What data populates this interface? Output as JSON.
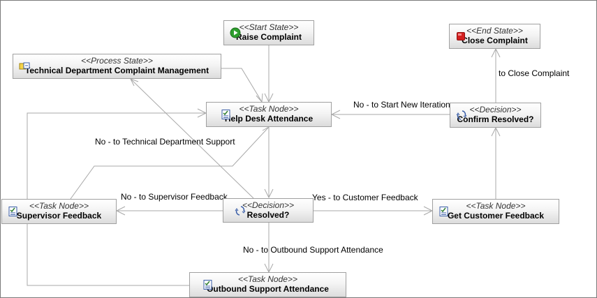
{
  "nodes": {
    "raise_complaint": {
      "stereotype": "<<Start State>>",
      "label": "Raise Complaint",
      "icon": "start-state-icon"
    },
    "close_complaint": {
      "stereotype": "<<End State>>",
      "label": "Close Complaint",
      "icon": "end-state-icon"
    },
    "technical_dept": {
      "stereotype": "<<Process State>>",
      "label": "Technical Department Complaint Management",
      "icon": "process-state-icon"
    },
    "help_desk": {
      "stereotype": "<<Task Node>>",
      "label": "Help Desk Attendance",
      "icon": "task-node-icon"
    },
    "confirm_resolved": {
      "stereotype": "<<Decision>>",
      "label": "Confirm Resolved?",
      "icon": "decision-icon"
    },
    "supervisor_feedback": {
      "stereotype": "<<Task Node>>",
      "label": "Supervisor Feedback",
      "icon": "task-node-icon"
    },
    "resolved": {
      "stereotype": "<<Decision>>",
      "label": "Resolved?",
      "icon": "decision-icon"
    },
    "customer_feedback": {
      "stereotype": "<<Task Node>>",
      "label": "Get Customer Feedback",
      "icon": "task-node-icon"
    },
    "outbound_support": {
      "stereotype": "<<Task Node>>",
      "label": "Outbound Support Attendance",
      "icon": "task-node-icon"
    }
  },
  "edges": {
    "to_close": "to Close Complaint",
    "start_new_iteration": "No - to Start New Iteration",
    "to_technical": "No - to Technical Department Support",
    "to_supervisor": "No - to Supervisor Feedback",
    "to_customer": "Yes - to Customer Feedback",
    "to_outbound": "No - to Outbound Support Attendance"
  },
  "colors": {
    "node_border": "#a0a0a0",
    "edge_line": "#a8a8a8",
    "start_icon": "#2e9e2e",
    "end_icon": "#d42020",
    "task_icon": "#3a5ea8"
  }
}
